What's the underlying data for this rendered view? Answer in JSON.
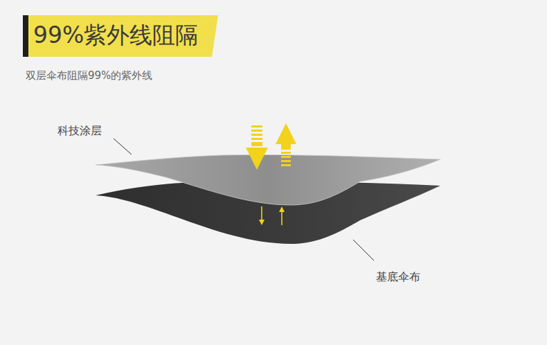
{
  "diagram": {
    "title": "99%紫外线阻隔",
    "labels": [
      "双层伞布阻隔99%的紫外线",
      "科技涂层",
      "基底伞布"
    ]
  }
}
